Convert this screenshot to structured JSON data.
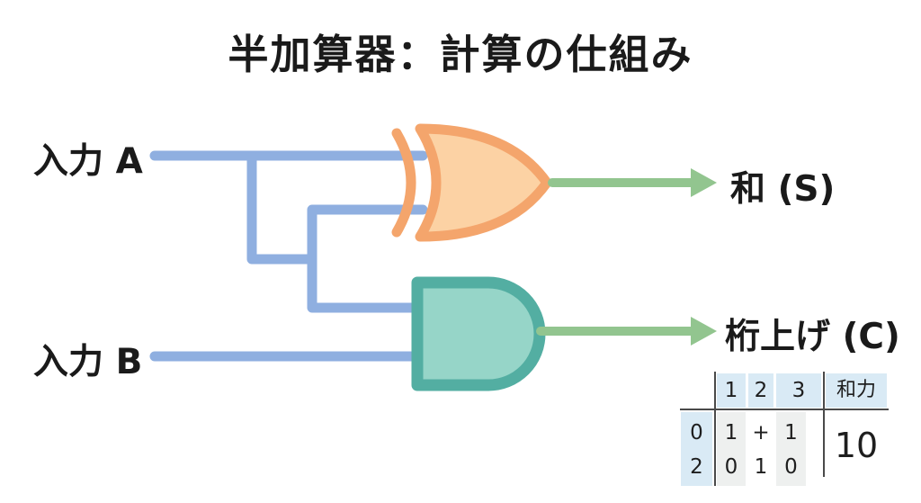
{
  "title": "半加算器：計算の仕組み",
  "inputs": {
    "a_label": "入力 A",
    "b_label": "入力 B"
  },
  "outputs": {
    "sum_label": "和 (S)",
    "carry_label": "桁上げ (C)"
  },
  "gates": {
    "xor": "xor-gate",
    "and": "and-gate"
  },
  "table": {
    "header": [
      "1",
      "2",
      "3",
      "和力"
    ],
    "rows": [
      [
        "0",
        "1",
        "+",
        "1"
      ],
      [
        "2",
        "0",
        "1",
        "0"
      ]
    ],
    "result": "10"
  },
  "colors": {
    "text": "#1a1a1a",
    "wire": "#8fafe0",
    "xor_stroke": "#f4a56c",
    "xor_fill": "#fcd2a4",
    "and_stroke": "#53aea2",
    "and_fill": "#96d5c8",
    "arrow": "#92c58f",
    "cell_blue": "#d9eaf5",
    "cell_gray": "#eef0ef",
    "table_line": "#4a4a4a"
  }
}
